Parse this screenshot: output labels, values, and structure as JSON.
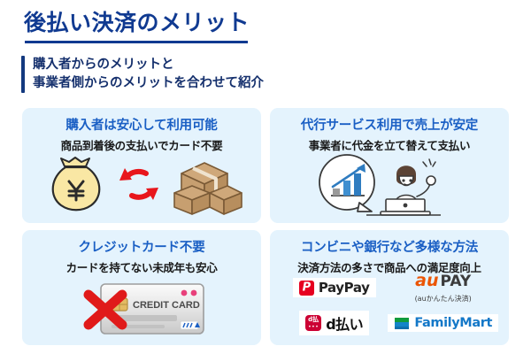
{
  "header": {
    "title": "後払い決済のメリット",
    "subtitle_line1": "購入者からのメリットと",
    "subtitle_line2": "事業者側からのメリットを合わせて紹介",
    "title_color": "#103a91",
    "accent_color": "#13397f"
  },
  "cards": [
    {
      "heading": "購入者は安心して利用可能",
      "sub": "商品到着後の支払いでカード不要",
      "art": "money-bag-refresh-boxes"
    },
    {
      "heading": "代行サービス利用で売上が安定",
      "sub": "事業者に代金を立て替えて支払い",
      "art": "growth-chart-person-laptop"
    },
    {
      "heading": "クレジットカード不要",
      "sub": "カードを持てない未成年も安心",
      "art": "credit-card-crossed-out",
      "card_label": "CREDIT CARD"
    },
    {
      "heading": "コンビニや銀行など多様な方法",
      "sub": "決済方法の多さで商品への満足度向上",
      "art": "payment-logos"
    }
  ],
  "payment_logos": [
    {
      "name": "PayPay",
      "label": "PayPay",
      "mark_color": "#e60020"
    },
    {
      "name": "au PAY",
      "label_au": "au",
      "label_pay": "PAY",
      "note": "(auかんたん決済)",
      "mark_color": "#eb5505"
    },
    {
      "name": "d払い",
      "label": "d払い",
      "mark_color": "#cc0033"
    },
    {
      "name": "FamilyMart",
      "label": "FamilyMart",
      "mark_color": "#1478c8"
    }
  ],
  "theme": {
    "card_bg": "#e4f3fd",
    "card_heading_color": "#1a5fc4",
    "page_bg": "#ffffff"
  }
}
